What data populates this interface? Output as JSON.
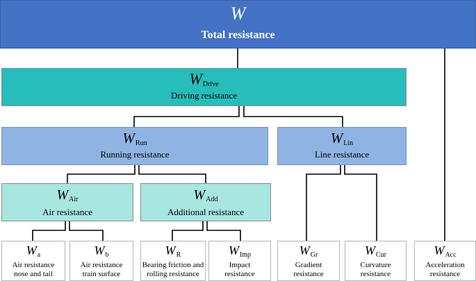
{
  "nodes": {
    "total": {
      "symbol": "W",
      "sub": "",
      "label": "Total resistance"
    },
    "drive": {
      "symbol": "W",
      "sub": "Drive",
      "label": "Driving resistance"
    },
    "run": {
      "symbol": "W",
      "sub": "Run",
      "label": "Running resistance"
    },
    "lin": {
      "symbol": "W",
      "sub": "Lin",
      "label": "Line resistance"
    },
    "air": {
      "symbol": "W",
      "sub": "Air",
      "label": "Air resistance"
    },
    "add": {
      "symbol": "W",
      "sub": "Add",
      "label": "Additional resistance"
    },
    "wa": {
      "symbol": "W",
      "sub": "a",
      "label_1": "Air resistance",
      "label_2": "nose and tail"
    },
    "wb": {
      "symbol": "W",
      "sub": "b",
      "label_1": "Air resistance",
      "label_2": "train surface"
    },
    "wr": {
      "symbol": "W",
      "sub": "R",
      "label_1": "Bearing friction and",
      "label_2": "rolling resistance"
    },
    "wimp": {
      "symbol": "W",
      "sub": "Imp",
      "label_1": "Impact",
      "label_2": "resistance"
    },
    "wgr": {
      "symbol": "W",
      "sub": "Gr",
      "label_1": "Gradient",
      "label_2": "resistance"
    },
    "wcur": {
      "symbol": "W",
      "sub": "Cur",
      "label_1": "Curvature",
      "label_2": "resistance"
    },
    "wacc": {
      "symbol": "W",
      "sub": "Acc",
      "label_1": "Acceleration",
      "label_2": "resistance"
    }
  },
  "colors": {
    "total": "#4472C4",
    "drive": "#26BDBB",
    "mid": "#8FB4E3",
    "light": "#A8E6E0",
    "line": "#000000"
  }
}
